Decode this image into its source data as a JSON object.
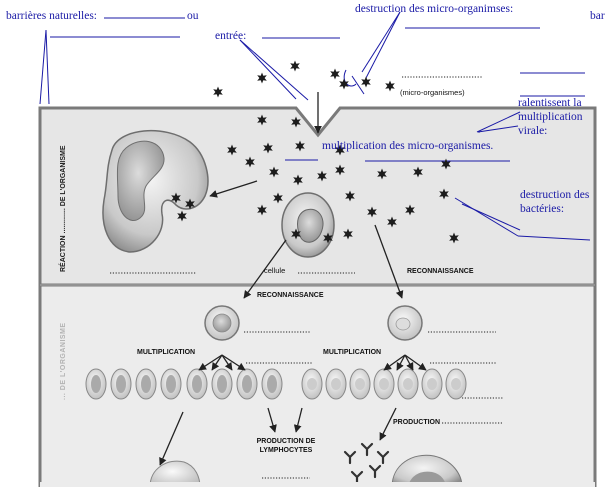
{
  "annotations": {
    "barrieres_naturelles": "barrières naturelles:",
    "ou": "ou",
    "destruction_micro": "destruction des micro-organimses:",
    "edge_fragment": "bar",
    "entree": "entrée:",
    "ralentissent_1": "ralentissent la",
    "ralentissent_2": "multiplication",
    "ralentissent_3": "virale:",
    "multiplication_micro": "multiplication des micro-organismes.",
    "destruction_bact_1": "destruction des",
    "destruction_bact_2": "bactéries:"
  },
  "printed": {
    "micro_organismes": "(micro-organismes)",
    "cellule": "cellule",
    "reconnaissance_top": "RECONNAISSANCE",
    "reconnaissance_left": "RECONNAISSANCE",
    "multiplication_left": "MULTIPLICATION",
    "multiplication_right": "MULTIPLICATION",
    "production": "PRODUCTION",
    "production_lymph_1": "PRODUCTION DE",
    "production_lymph_2": "LYMPHOCYTES",
    "side_top": "RÉACTION ............. DE L'ORGANISME",
    "side_bottom": "... DE L'ORGANISME"
  },
  "colors": {
    "annotation_ink": "#1a1aa6",
    "panel_top": "#e3e3e3",
    "panel_bottom": "#ebebeb"
  }
}
